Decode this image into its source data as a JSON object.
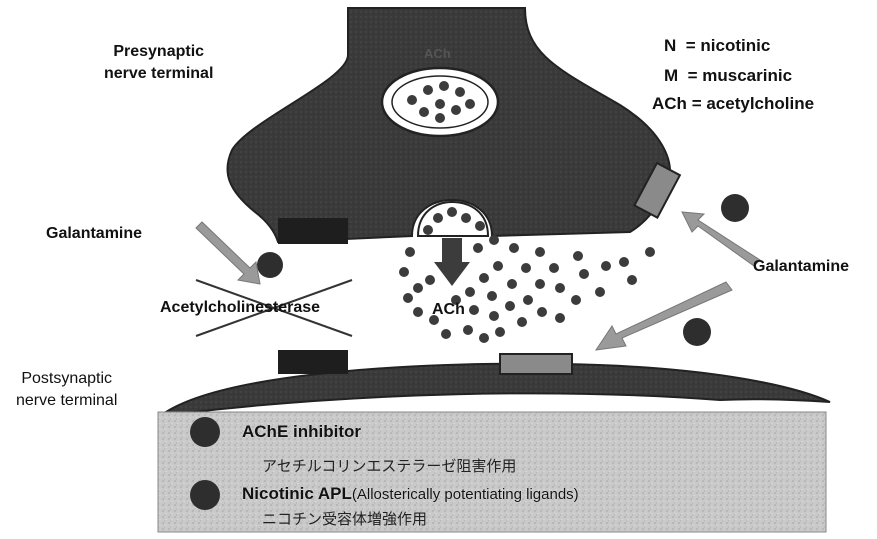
{
  "labels": {
    "presynaptic": "Presynaptic\nnerve terminal",
    "postsynaptic": "Postsynaptic\nnerve terminal",
    "galantamine_left": "Galantamine",
    "galantamine_right": "Galantamine",
    "acetylcholinesterase": "Acetylcholinesterase",
    "ach_cleft": "ACh",
    "ach_terminal": "ACh"
  },
  "legend": [
    {
      "abbr": "N",
      "text": "= nicotinic"
    },
    {
      "abbr": "M",
      "text": "= muscarinic"
    },
    {
      "abbr": "ACh",
      "text": "= acetylcholine"
    }
  ],
  "info_box": {
    "items": [
      {
        "title": "AChE inhibitor",
        "title_suffix": "",
        "subtitle": "アセチルコリンエステラーゼ阻害作用"
      },
      {
        "title": "Nicotinic APL",
        "title_suffix": "(Allosterically potentiating ligands)",
        "subtitle": "ニコチン受容体増強作用"
      }
    ]
  },
  "colors": {
    "terminal_fill": "#3a3a3a",
    "vesicle_dots": "#3c3c3c",
    "arrow_fill": "#9a9a9a",
    "info_box_bg": "#c8c8c8",
    "receptor_dark": "#1e1e1e",
    "receptor_grey": "#8a8a8a"
  }
}
